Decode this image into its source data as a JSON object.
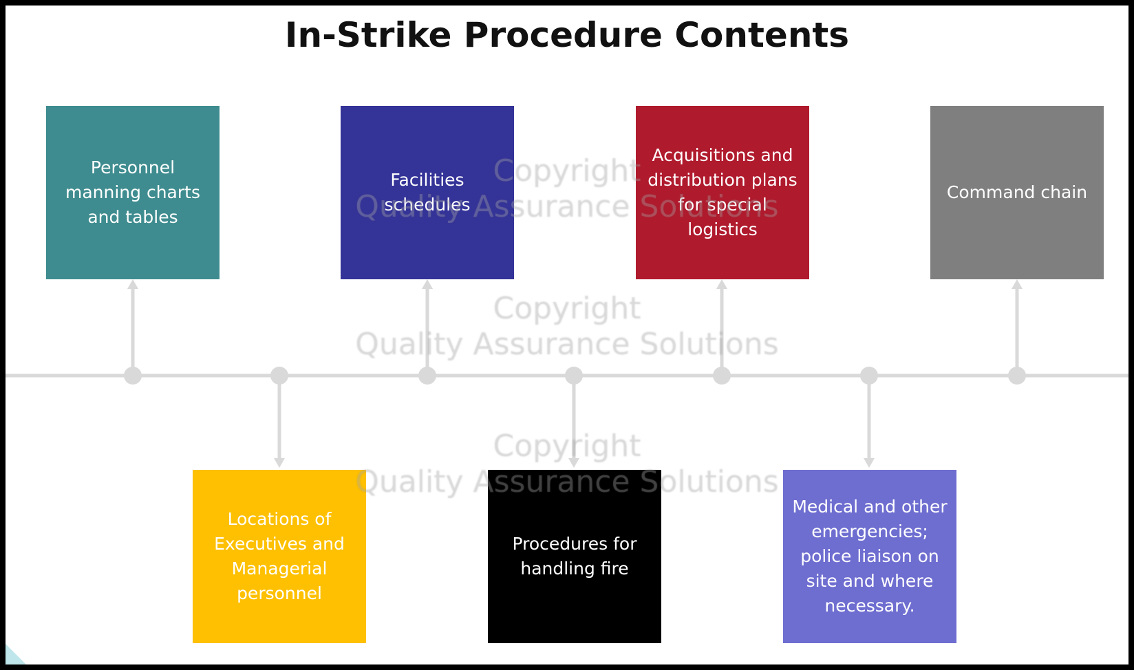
{
  "title": "In-Strike Procedure Contents",
  "watermark": {
    "line1": "Copyright",
    "line2": "Quality Assurance Solutions"
  },
  "colors": {
    "teal": "#3e8c8f",
    "indigo": "#343398",
    "crimson": "#b01a2d",
    "gray": "#7f7f7f",
    "amber": "#fec000",
    "black": "#000000",
    "lavender": "#6e6dd0",
    "connector": "#d9d9d9"
  },
  "items": {
    "personnel": "Personnel manning charts and tables",
    "locations": "Locations of Executives and Managerial personnel",
    "facilities": "Facilities schedules",
    "fire": "Procedures for handling fire",
    "acquisitions": "Acquisitions and distribution plans for special logistics",
    "medical": "Medical and other emergencies; police liaison on site and where necessary.",
    "command": "Command chain"
  }
}
